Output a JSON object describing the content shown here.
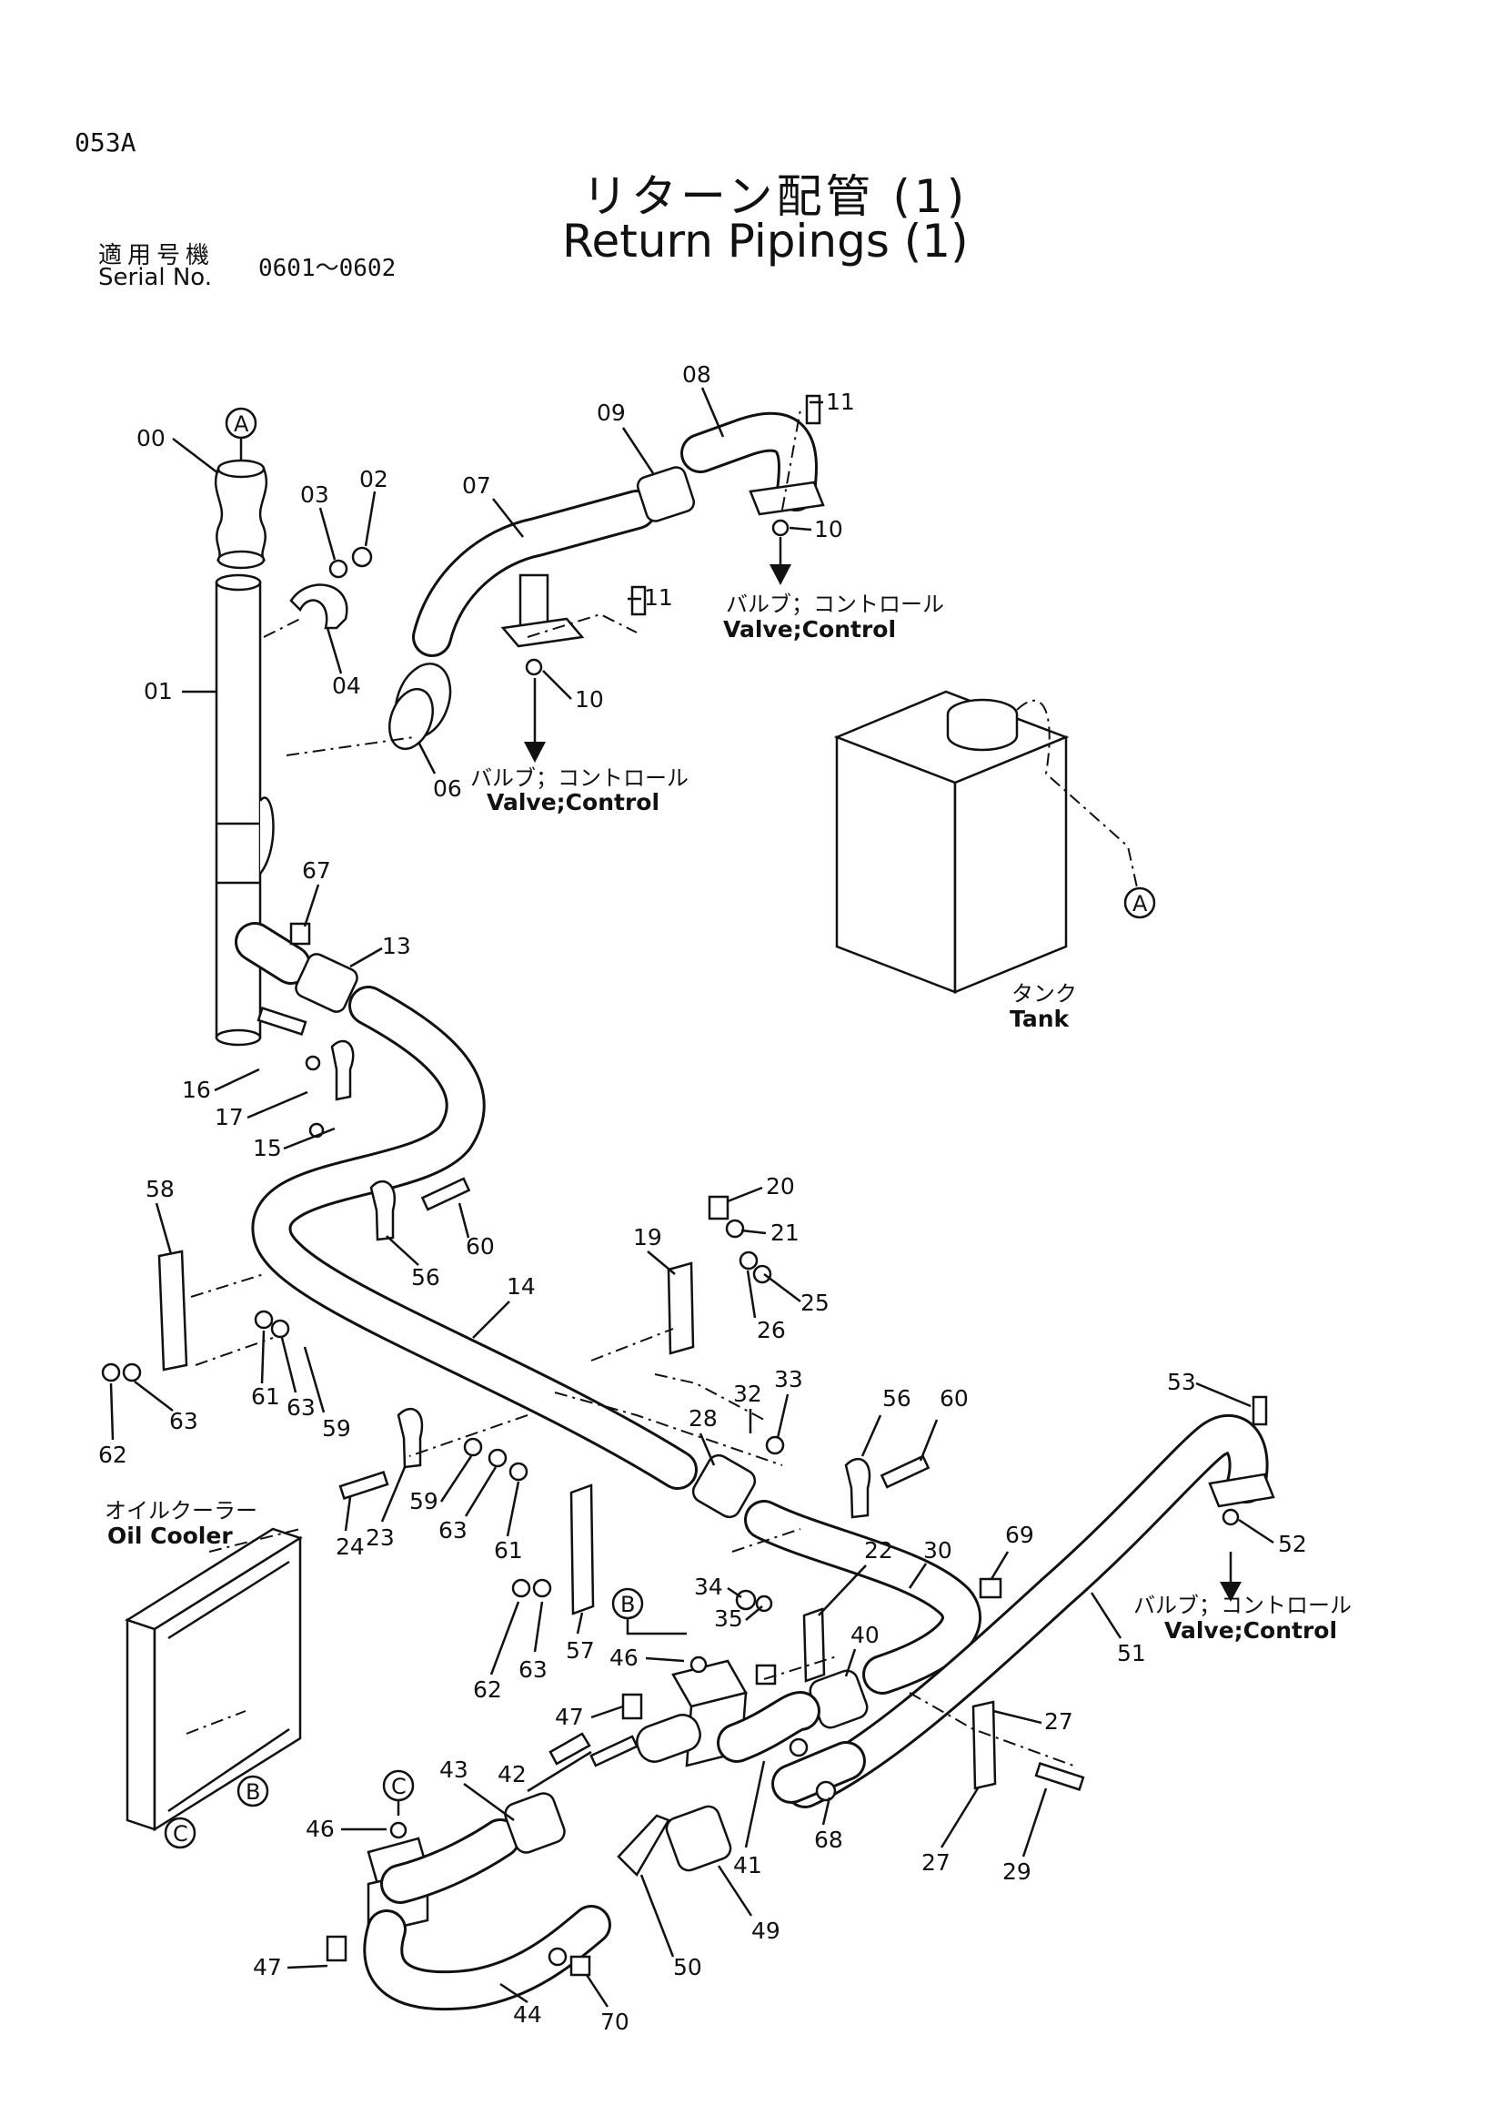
{
  "header": {
    "page_code": "053A",
    "title_jp": "リターン配管 (1)",
    "title_en": "Return Pipings (1)",
    "serial_label_jp": "適用号機",
    "serial_label_en": "Serial No.",
    "serial_range": "0601～0602"
  },
  "captions": {
    "valve_jp": "バルブ；コントロール",
    "valve_en": "Valve;Control",
    "tank_jp": "タンク",
    "tank_en": "Tank",
    "oil_cooler_jp": "オイルクーラー",
    "oil_cooler_en": "Oil Cooler"
  },
  "refs": {
    "a": "A",
    "b": "B",
    "c": "C"
  },
  "parts": {
    "p00": "00",
    "p01": "01",
    "p02": "02",
    "p03": "03",
    "p04": "04",
    "p06": "06",
    "p07": "07",
    "p08": "08",
    "p09": "09",
    "p10": "10",
    "p11": "11",
    "p13": "13",
    "p14": "14",
    "p15": "15",
    "p16": "16",
    "p17": "17",
    "p19": "19",
    "p20": "20",
    "p21": "21",
    "p22": "22",
    "p23": "23",
    "p24": "24",
    "p25": "25",
    "p26": "26",
    "p27": "27",
    "p28": "28",
    "p29": "29",
    "p30": "30",
    "p32": "32",
    "p33": "33",
    "p34": "34",
    "p35": "35",
    "p40": "40",
    "p41": "41",
    "p42": "42",
    "p43": "43",
    "p44": "44",
    "p46": "46",
    "p47": "47",
    "p49": "49",
    "p50": "50",
    "p51": "51",
    "p52": "52",
    "p53": "53",
    "p56": "56",
    "p57": "57",
    "p58": "58",
    "p59": "59",
    "p60": "60",
    "p61": "61",
    "p62": "62",
    "p63": "63",
    "p67": "67",
    "p68": "68",
    "p69": "69",
    "p70": "70"
  }
}
